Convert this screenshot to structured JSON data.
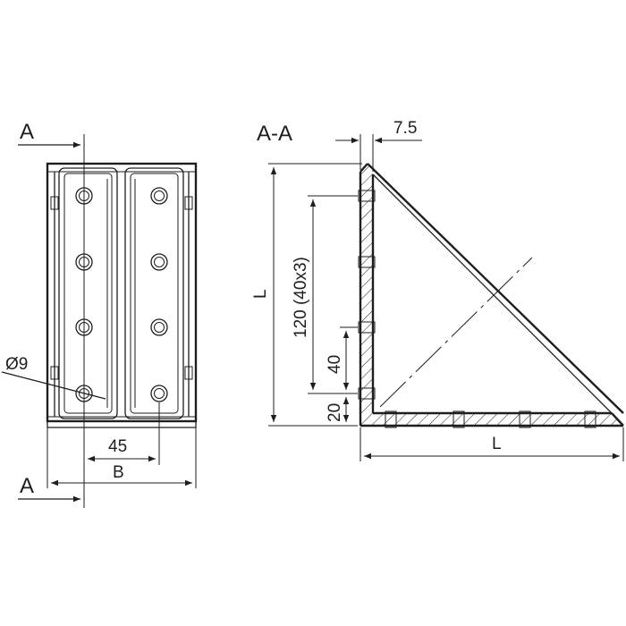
{
  "front_view": {
    "section_marker": "A",
    "dim_hole_diameter": "Ø9",
    "dim_hole_spacing": "45",
    "dim_width": "B"
  },
  "section_view": {
    "title": "A-A",
    "dim_wall_thickness": "7.5",
    "dim_length_vertical": "L",
    "dim_hole_pitch": "120 (40x3)",
    "dim_first_hole": "40",
    "dim_edge_offset": "20",
    "dim_length_horizontal": "L"
  }
}
